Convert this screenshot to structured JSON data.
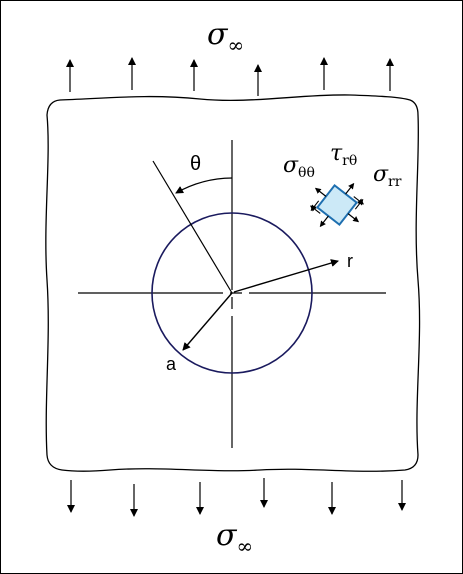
{
  "labels": {
    "sigma_top": "σ",
    "sigma_top_sub": "∞",
    "sigma_bottom": "σ",
    "sigma_bottom_sub": "∞",
    "theta": "θ",
    "r": "r",
    "a": "a",
    "sigma_thetatheta": "σ",
    "sigma_thetatheta_sub": "θθ",
    "tau_rtheta": "τ",
    "tau_rtheta_sub": "rθ",
    "sigma_rr": "σ",
    "sigma_rr_sub": "rr"
  },
  "colors": {
    "hole_outline": "#1a1a5e",
    "element_fill": "#cce9f7",
    "element_border": "#1e6fb0",
    "line": "#000000"
  }
}
